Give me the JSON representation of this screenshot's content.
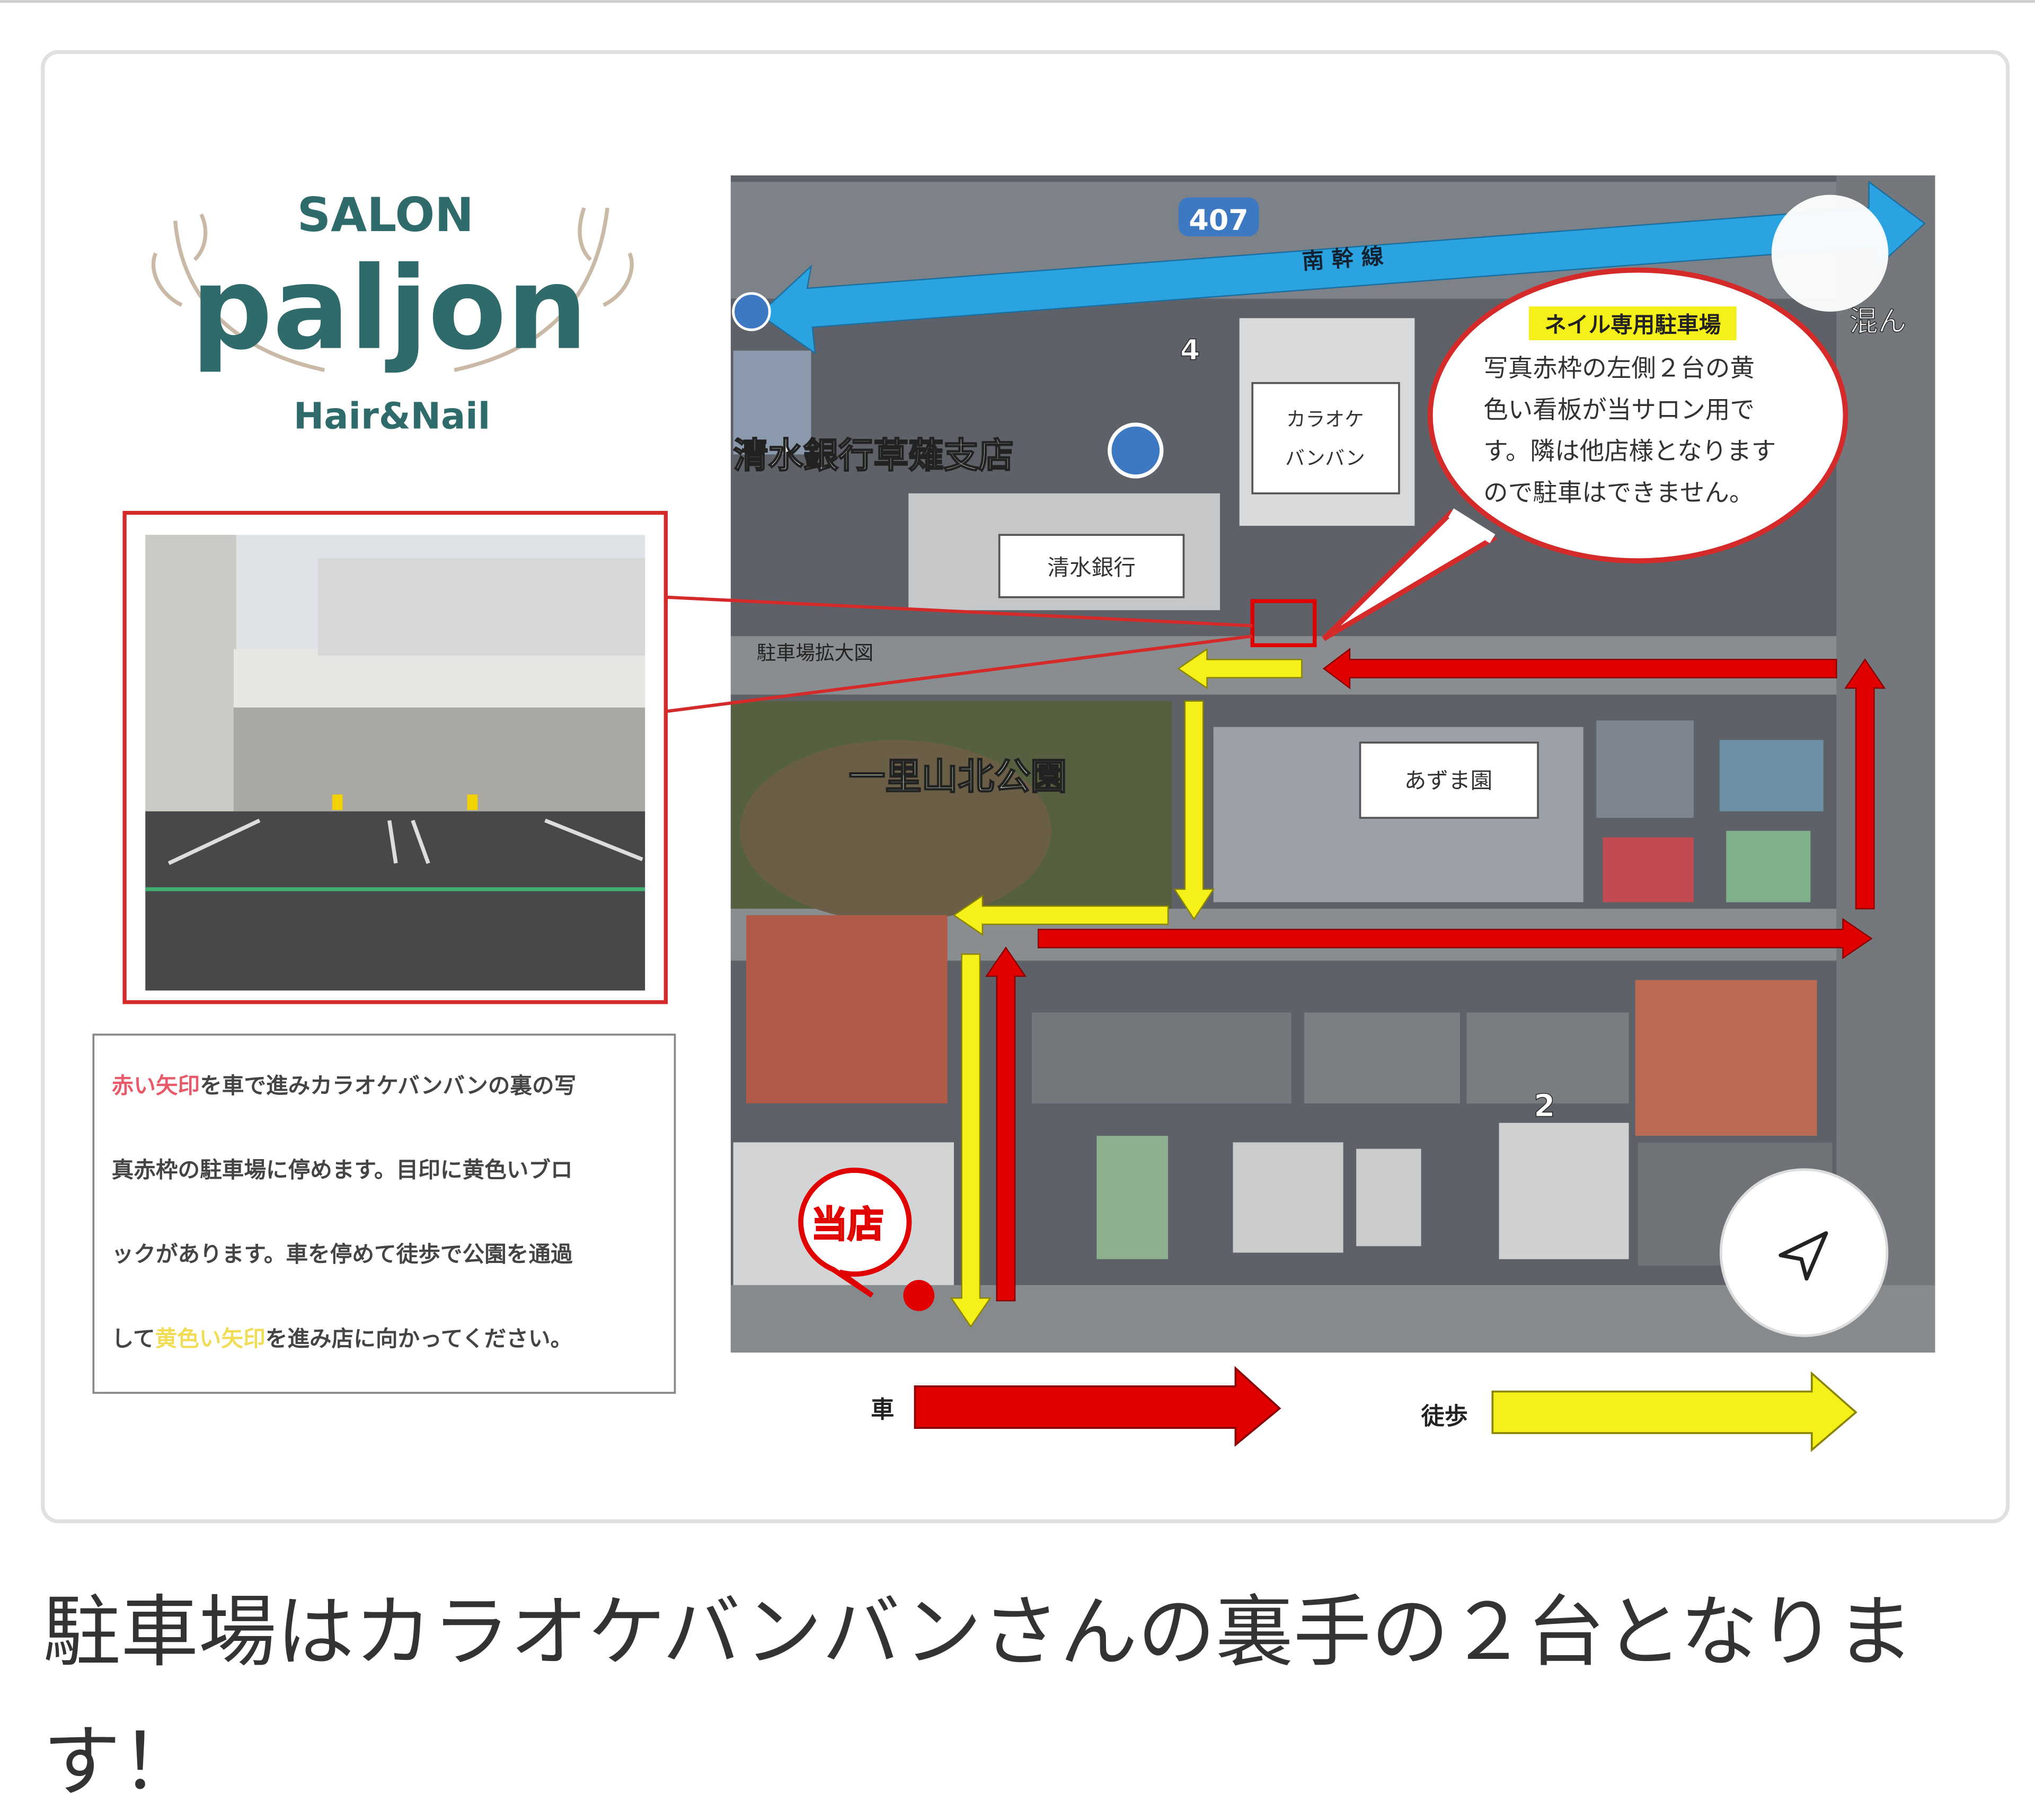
{
  "logo": {
    "top": "SALON",
    "name": "paljon",
    "bottom": "Hair&Nail",
    "color": "#2f6b6b"
  },
  "photo": {
    "caption": "駐車場拡大図"
  },
  "instructions": {
    "line1_red": "赤い矢印",
    "line1_rest": "を車で進みカラオケバンバンの裏の写",
    "line2": "真赤枠の駐車場に停めます。目印に黄色いブロ",
    "line3": "ックがあります。車を停めて徒歩で公園を通過",
    "line4_pre": "して",
    "line4_yellow": "黄色い矢印",
    "line4_rest": "を進み店に向かってください。"
  },
  "map": {
    "route_badge": "407",
    "road_name": "南 幹 線",
    "bank_branch": "清水銀行草薙支店",
    "karaoke_line1": "カラオケ",
    "karaoke_line2": "バンバン",
    "bank": "清水銀行",
    "azuma": "あずま園",
    "park": "一里山北公園",
    "number_4": "4",
    "number_2": "2",
    "edge_text": "混ん",
    "shop": "当店",
    "callout": {
      "title": "ネイル専用駐車場",
      "lines": [
        "写真赤枠の左側２台の黄",
        "色い看板が当サロン用で",
        "す。隣は他店様となります",
        "ので駐車はできません。"
      ]
    },
    "locate_icon": "navigation-arrow-icon"
  },
  "legend": {
    "car": "車",
    "walk": "徒歩"
  },
  "colors": {
    "car_arrow": "#e00000",
    "walk_arrow": "#f5ef1a",
    "road_arrow": "#2aa3e0",
    "frame": "#d42a2a"
  },
  "caption": {
    "line1": "駐車場はカラオケバンバンさんの裏手の２台となりま",
    "line2": "す！"
  }
}
